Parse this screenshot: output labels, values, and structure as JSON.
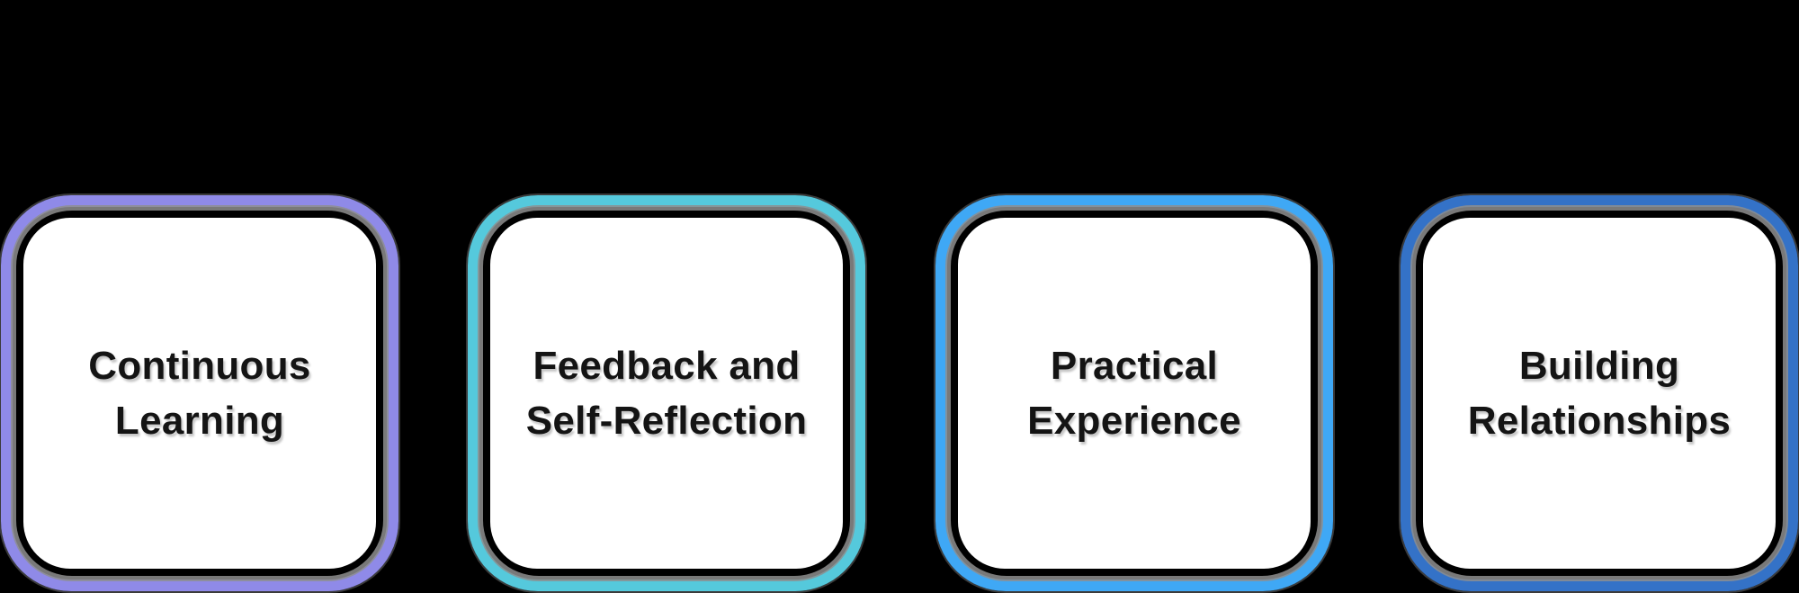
{
  "canvas": {
    "background_color": "#000000",
    "text_color": "#141414",
    "sketch_shadow_color": "#8E8E8E"
  },
  "cards": [
    {
      "id": "continuous-learning",
      "lines": [
        "Continuous",
        "Learning"
      ],
      "border_color": "#8F8AE8"
    },
    {
      "id": "feedback-and-self-reflection",
      "lines": [
        "Feedback and",
        "Self-Reflection"
      ],
      "border_color": "#55C9DC"
    },
    {
      "id": "practical-experience",
      "lines": [
        "Practical",
        "Experience"
      ],
      "border_color": "#3FA8F5"
    },
    {
      "id": "building-relationships",
      "lines": [
        "Building",
        "Relationships"
      ],
      "border_color": "#3472C7"
    }
  ]
}
